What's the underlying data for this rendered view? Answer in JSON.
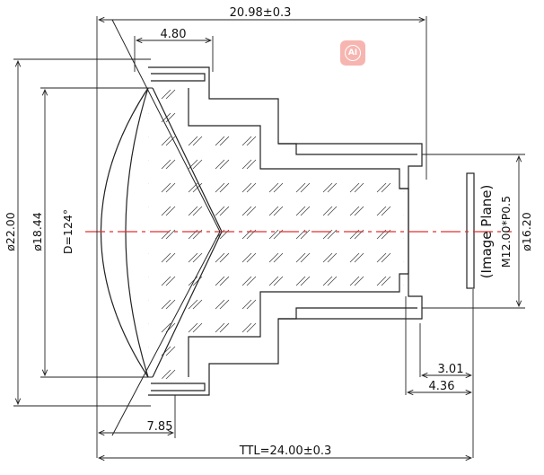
{
  "dimensions": {
    "top_length": "20.98±0.3",
    "flange_width": "4.80",
    "outer_dia": "ø22.00",
    "lens_dia": "ø18.44",
    "fov": "D=124°",
    "barrel_dia": "ø16.20",
    "thread": "M12.00*P0.5",
    "image_plane": "(Image Plane)",
    "bfl_1": "3.01",
    "bfl_2": "4.36",
    "front_offset": "7.85",
    "ttl": "TTL=24.00±0.3"
  },
  "badge": {
    "icon": "ai-badge-icon",
    "text": "AI",
    "color": "#f7b5b0"
  },
  "colors": {
    "axis": "#e03030",
    "line": "#222222"
  }
}
